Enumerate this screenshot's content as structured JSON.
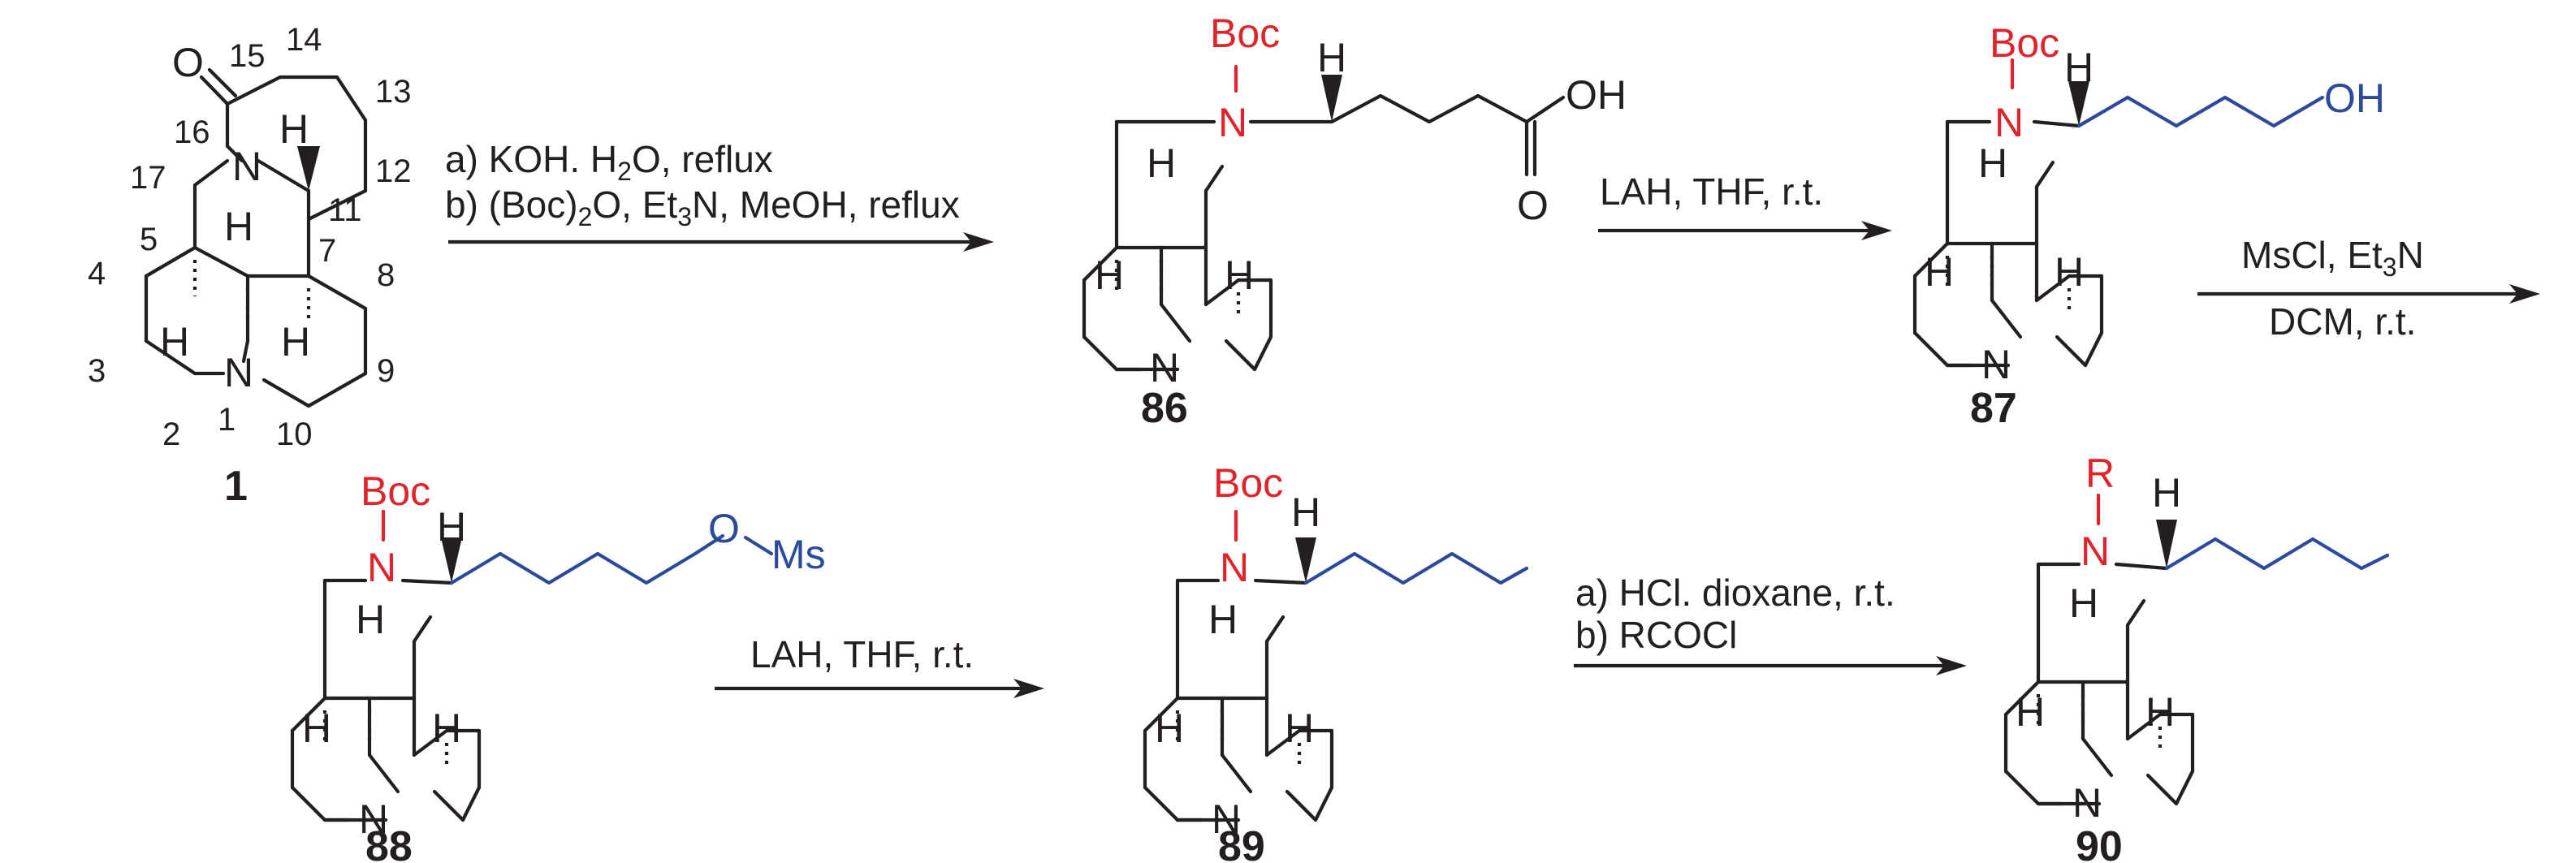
{
  "colors": {
    "ink": "#231f20",
    "heteroatom_red": "#e0242b",
    "chain_blue": "#2b4a9a",
    "background": "#ffffff"
  },
  "atoms": {
    "N": "N",
    "H": "H",
    "O": "O",
    "OH": "OH",
    "Boc": "Boc",
    "Ms": "Ms",
    "R": "R"
  },
  "compound1": {
    "label": "1",
    "positions": [
      "15",
      "14",
      "13",
      "16",
      "12",
      "17",
      "11",
      "5",
      "7",
      "4",
      "8",
      "3",
      "9",
      "2",
      "1",
      "10"
    ]
  },
  "compounds": {
    "c86": "86",
    "c87": "87",
    "c88": "88",
    "c89": "89",
    "c90": "90"
  },
  "steps": {
    "step1": {
      "line_a": {
        "prefix": "a) KOH. H",
        "sub": "2",
        "suffix": "O, reflux"
      },
      "line_b": {
        "prefix": "b) (Boc)",
        "sub": "2",
        "mid": "O, Et",
        "sub2": "3",
        "suffix": "N, MeOH, reflux"
      }
    },
    "step2": {
      "text": "LAH, THF, r.t."
    },
    "step3": {
      "top": {
        "prefix": "MsCl, Et",
        "sub": "3",
        "suffix": "N"
      },
      "bottom": "DCM, r.t."
    },
    "step4": {
      "text": "LAH, THF, r.t."
    },
    "step5": {
      "line_a": "a) HCl. dioxane, r.t.",
      "line_b": "b) RCOCl"
    }
  }
}
